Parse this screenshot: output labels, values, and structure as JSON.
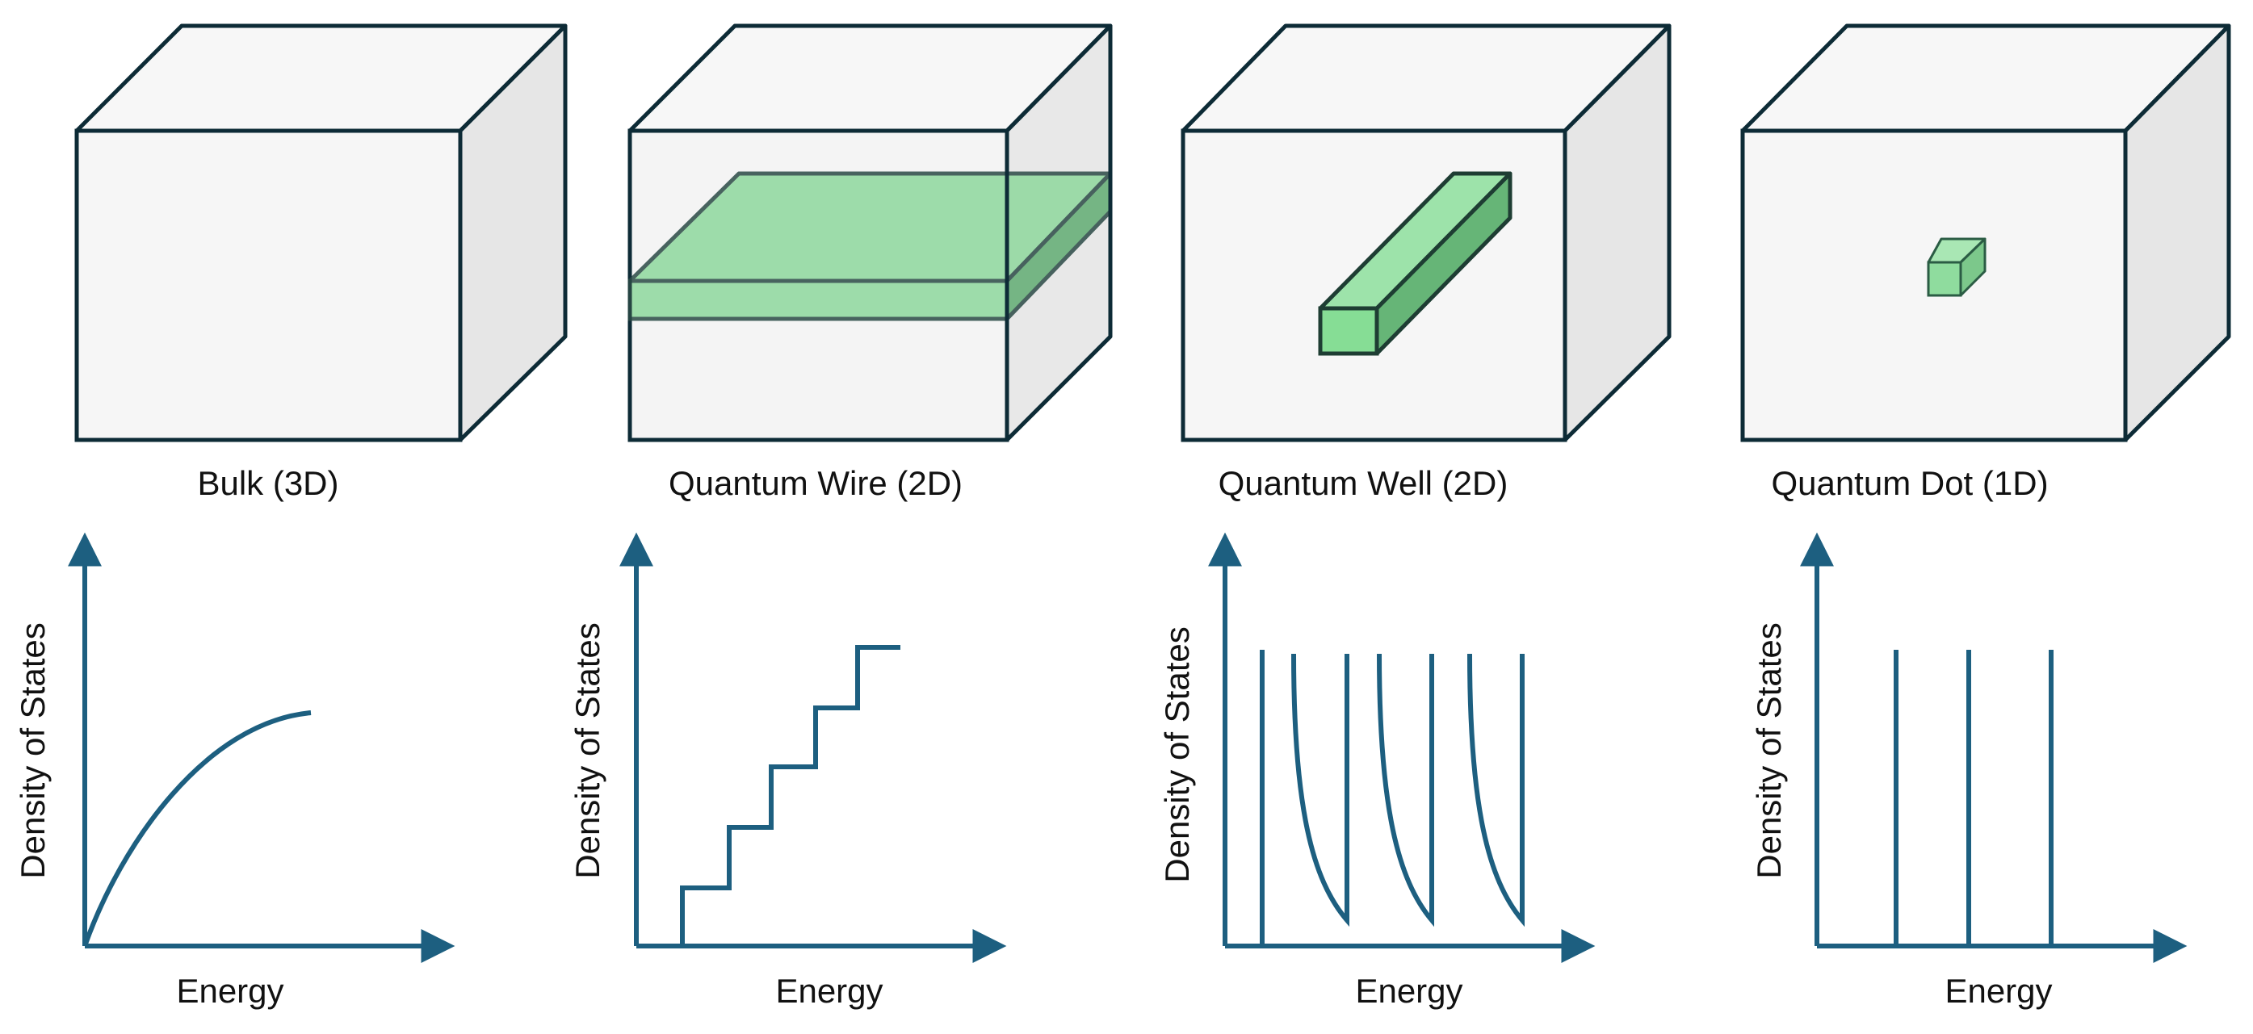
{
  "colors": {
    "cube_face": "#f4f4f4",
    "cube_side": "#e8e8e8",
    "cube_stroke": "#0d2b36",
    "green_light": "#a8dfb3",
    "green_top": "#9be0a8",
    "green_side": "#6cb57b",
    "axis": "#1d5f80",
    "curve": "#1d5f80"
  },
  "panels": [
    {
      "id": "bulk",
      "label": "Bulk (3D)",
      "inset_icon": "none",
      "dos_curve": "sqrt",
      "x_label": "Energy",
      "y_label": "Density of States"
    },
    {
      "id": "wire",
      "label": "Quantum Wire (2D)",
      "inset_icon": "green-slab",
      "dos_curve": "staircase",
      "x_label": "Energy",
      "y_label": "Density of States"
    },
    {
      "id": "well",
      "label": "Quantum Well (2D)",
      "inset_icon": "green-rod",
      "dos_curve": "inverse-sqrt-spikes",
      "x_label": "Energy",
      "y_label": "Density of States"
    },
    {
      "id": "dot",
      "label": "Quantum Dot (1D)",
      "inset_icon": "green-cube",
      "dos_curve": "delta-lines",
      "x_label": "Energy",
      "y_label": "Density of States"
    }
  ]
}
